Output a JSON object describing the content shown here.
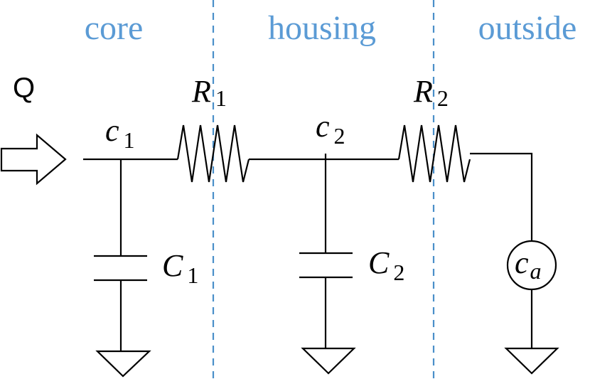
{
  "regions": {
    "core": "core",
    "housing": "housing",
    "outside": "outside"
  },
  "heat_input": {
    "label": "Q"
  },
  "resistors": [
    {
      "symbol": "R",
      "subscript": "1"
    },
    {
      "symbol": "R",
      "subscript": "2"
    }
  ],
  "nodes": [
    {
      "symbol": "c",
      "subscript": "1"
    },
    {
      "symbol": "c",
      "subscript": "2"
    }
  ],
  "capacitors": [
    {
      "symbol": "C",
      "subscript": "1"
    },
    {
      "symbol": "C",
      "subscript": "2"
    }
  ],
  "source": {
    "symbol": "c",
    "subscript": "a"
  },
  "colors": {
    "region_label": "#5b9bd5",
    "divider": "#4a8fc9",
    "wire": "#000000"
  }
}
